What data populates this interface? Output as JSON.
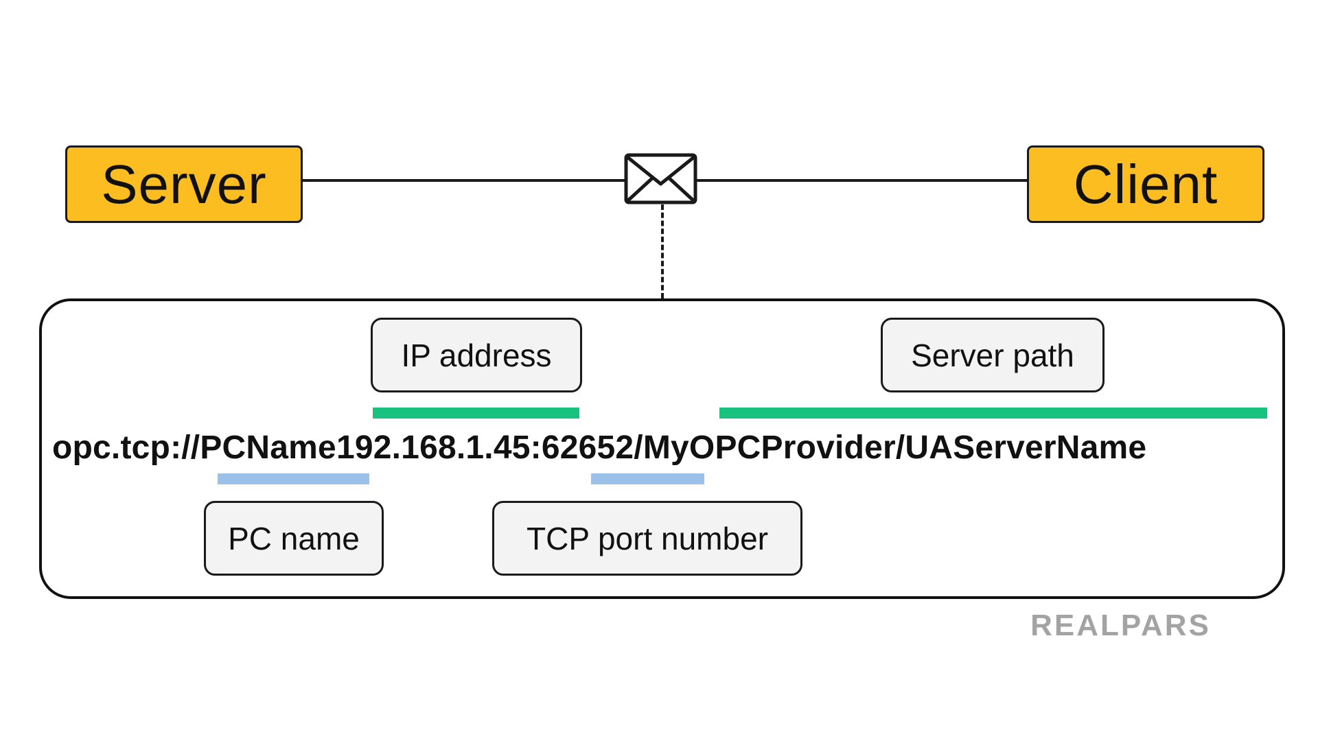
{
  "diagram": {
    "server_label": "Server",
    "client_label": "Client",
    "url": {
      "scheme": "opc.tcp://",
      "pc_name": "PCName",
      "ip_address": "192.168.1.45",
      "port_separator": ":",
      "port": "62652",
      "server_path": "/MyOPCProvider/UAServerName"
    },
    "labels": {
      "ip_address": "IP address",
      "server_path": "Server path",
      "pc_name": "PC name",
      "tcp_port": "TCP port number"
    },
    "icons": {
      "message": "envelope-icon"
    }
  },
  "brand": {
    "logo_text": "REALPARS"
  },
  "colors": {
    "node_fill": "#FBBD1F",
    "label_fill": "#F3F3F3",
    "accent_green": "#19C37D",
    "accent_blue": "#9BC1EA",
    "logo_gray": "#A3A3A3",
    "line": "#1A1A1A"
  }
}
